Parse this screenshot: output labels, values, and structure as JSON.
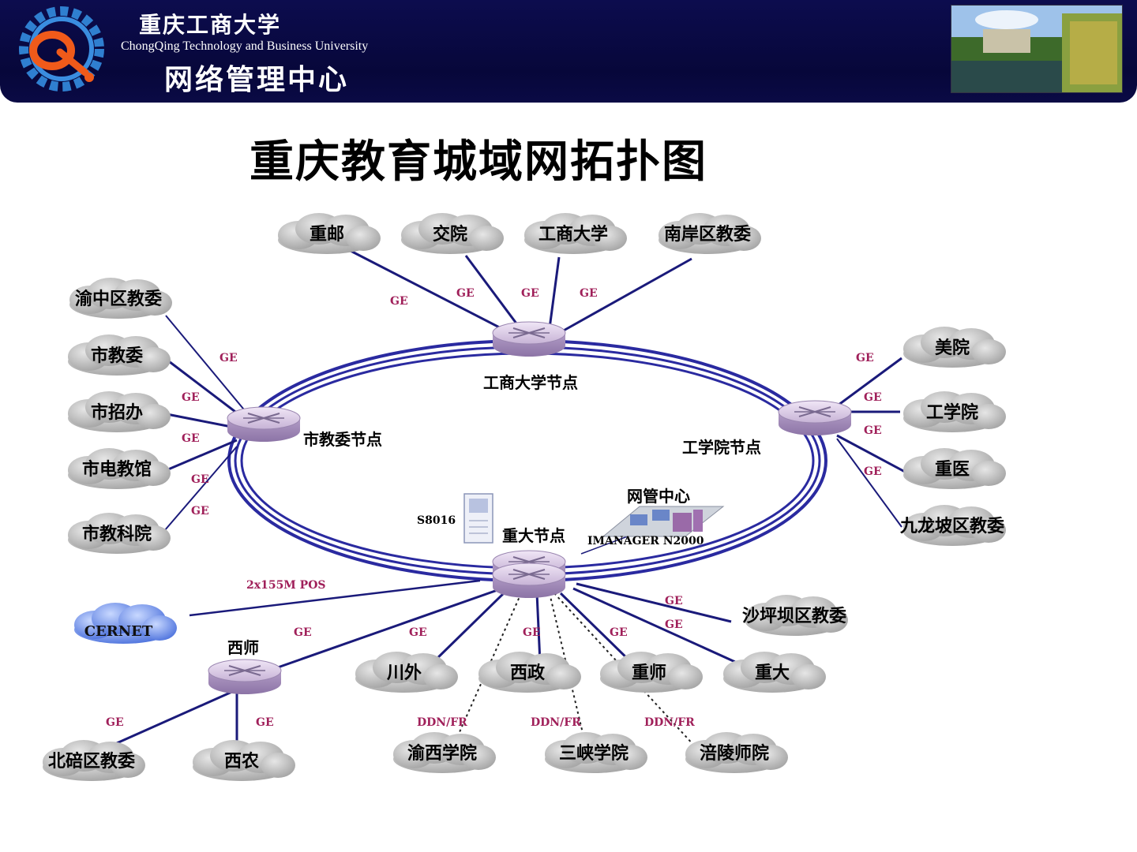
{
  "header": {
    "university_cn": "重庆工商大学",
    "university_en": "ChongQing Technology and Business University",
    "department": "网络管理中心"
  },
  "title": "重庆教育城域网拓扑图",
  "colors": {
    "header_bg": "#07073a",
    "link": "#1a1a7a",
    "ring": "#2a2aa0",
    "label": "#a0205a"
  },
  "diagram": {
    "clouds": {
      "chongyou": "重邮",
      "jiaoyuan": "交院",
      "gongshang": "工商大学",
      "nanan": "南岸区教委",
      "yuzhong": "渝中区教委",
      "shijiaowei": "市教委",
      "shizhaoban": "市招办",
      "shidianjiao": "市电教馆",
      "shijiaoke": "市教科院",
      "meiyuan": "美院",
      "gongxueyuan": "工学院",
      "chongyi": "重医",
      "jiulongpo": "九龙坡区教委",
      "shapingba": "沙坪坝区教委",
      "chongda": "重大",
      "cernet": "CERNET",
      "chuanwai": "川外",
      "xizheng": "西政",
      "chongshi": "重师",
      "beibei": "北碚区教委",
      "xinong": "西农",
      "yuxi": "渝西学院",
      "sanxia": "三峡学院",
      "fuling": "涪陵师院"
    },
    "nodes": {
      "gongshang_node": "工商大学节点",
      "shijiaowei_node": "市教委节点",
      "gongxueyuan_node": "工学院节点",
      "chongda_node": "重大节点",
      "xishi": "西师",
      "wangguan": "网管中心",
      "s8016": "S8016",
      "ismanager": "IMANAGER N2000"
    },
    "links": {
      "ge": "GE",
      "pos": "2x155M POS",
      "ddn": "DDN/FR"
    }
  }
}
